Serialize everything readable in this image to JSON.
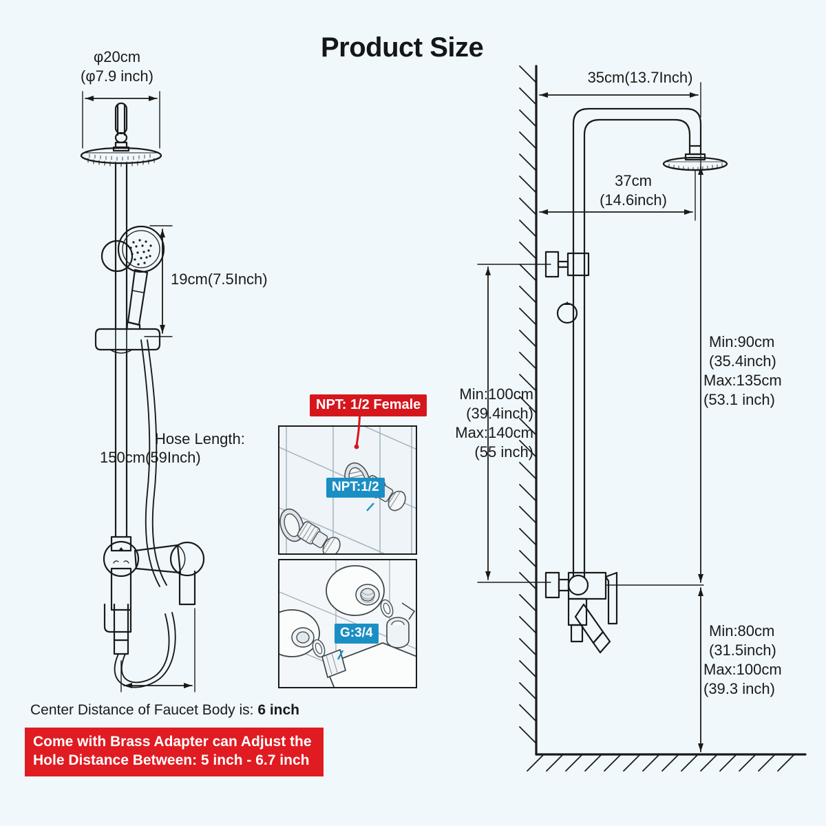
{
  "page": {
    "title": "Product Size",
    "background_color": "#f1f8fb",
    "line_color": "#1a1a1a",
    "accent_red": "#e11b22",
    "accent_blue": "#1b8fc4"
  },
  "left_view": {
    "name": "front-elevation-shower-set",
    "labels": {
      "head_diameter_cm": "φ20cm",
      "head_diameter_inch": "(φ7.9 inch)",
      "handshower_length": "19cm(7.5Inch)",
      "hose_length_line1": "Hose Length:",
      "hose_length_line2": "150cm(59Inch)"
    },
    "footer_note": {
      "prefix": "Center Distance of Faucet Body is: ",
      "value": "6 inch"
    },
    "red_banner": {
      "line1_prefix": "Come with Brass Adapter can Adjust the",
      "line2_prefix": "Hole Distance Between: ",
      "line2_value": "5 inch - 6.7 inch"
    }
  },
  "insets": [
    {
      "name": "npt-connection-inset",
      "tag_red": "NPT: 1/2 Female",
      "tag_blue": "NPT:1/2"
    },
    {
      "name": "g-thread-inset",
      "tag_blue": "G:3/4"
    }
  ],
  "right_view": {
    "name": "side-elevation-shower-set",
    "labels": {
      "arm_reach": "35cm(13.7Inch)",
      "head_reach_line1": "37cm",
      "head_reach_line2": "(14.6inch)",
      "riser_top_l1": "Min:100cm",
      "riser_top_l2": "(39.4inch)",
      "riser_top_l3": "Max:140cm",
      "riser_top_l4": "(55 inch)",
      "right_upper_l1": "Min:90cm",
      "right_upper_l2": "(35.4inch)",
      "right_upper_l3": "Max:135cm",
      "right_upper_l4": "(53.1 inch)",
      "right_lower_l1": "Min:80cm",
      "right_lower_l2": "(31.5inch)",
      "right_lower_l3": "Max:100cm",
      "right_lower_l4": "(39.3 inch)"
    }
  }
}
